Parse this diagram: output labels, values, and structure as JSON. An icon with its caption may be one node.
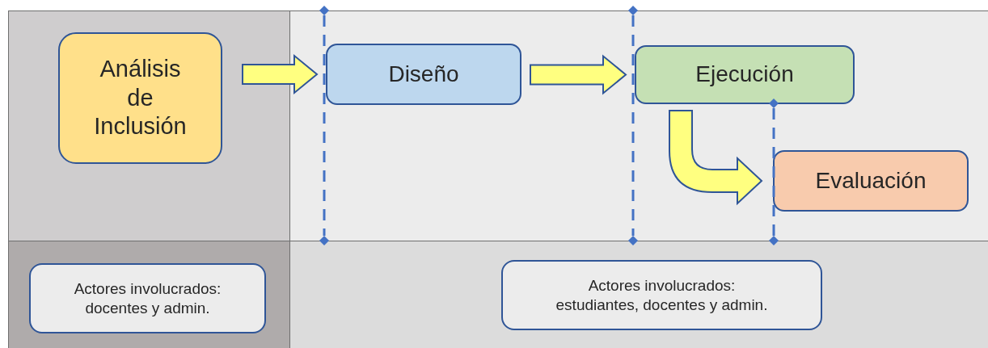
{
  "diagram": {
    "nodes": [
      {
        "text": [
          "Análisis de Inclusión"
        ]
      },
      {
        "text": [
          "Diseño"
        ]
      },
      {
        "text": [
          "Ejecución"
        ]
      },
      {
        "text": [
          "Evaluación"
        ]
      },
      {
        "text": [
          "Actores involucrados: docentes y admin."
        ]
      },
      {
        "text": [
          "Actores involucrados: estudiantes, docentes y admin."
        ]
      }
    ],
    "edges": [
      {
        "from": 0,
        "to": 1,
        "arrow": "to"
      },
      {
        "from": 1,
        "to": 2,
        "arrow": "to"
      },
      {
        "from": 2,
        "to": 3,
        "arrow": "to"
      }
    ]
  }
}
